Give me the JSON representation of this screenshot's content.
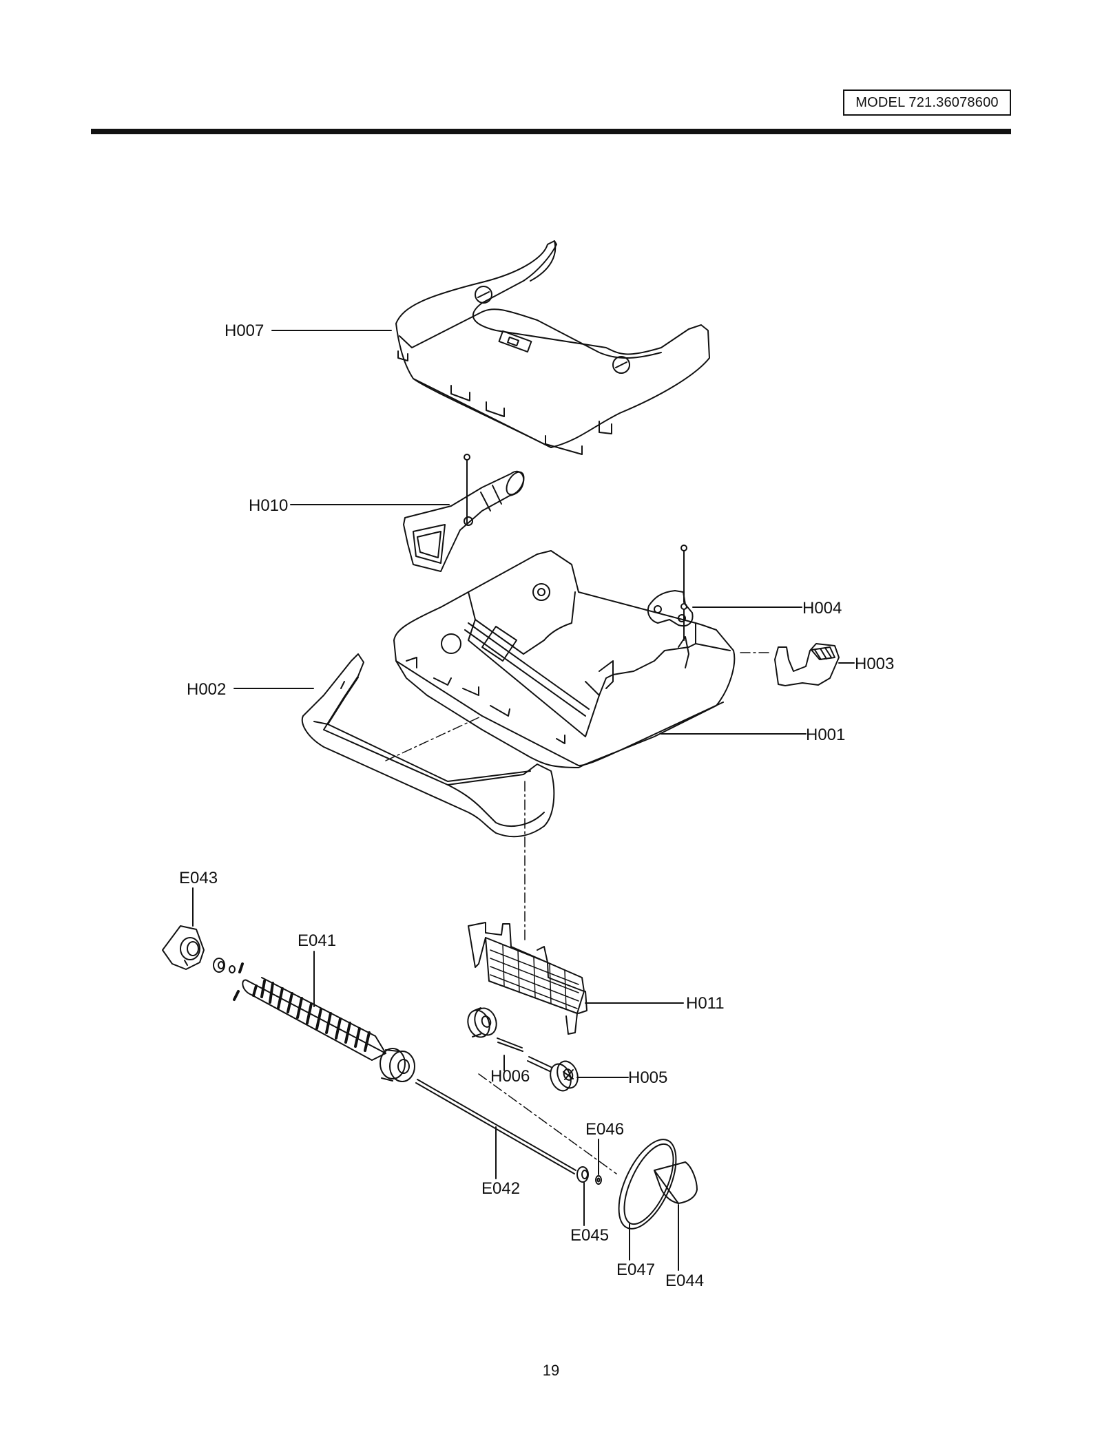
{
  "header": {
    "model_label": "MODEL 721.36078600"
  },
  "callouts": {
    "H007": "H007",
    "H010": "H010",
    "H004": "H004",
    "H003": "H003",
    "H002": "H002",
    "H001": "H001",
    "E043": "E043",
    "E041": "E041",
    "H011": "H011",
    "H006": "H006",
    "H005": "H005",
    "E046": "E046",
    "E042": "E042",
    "E045": "E045",
    "E047": "E047",
    "E044": "E044"
  },
  "footer": {
    "page_number": "19"
  }
}
